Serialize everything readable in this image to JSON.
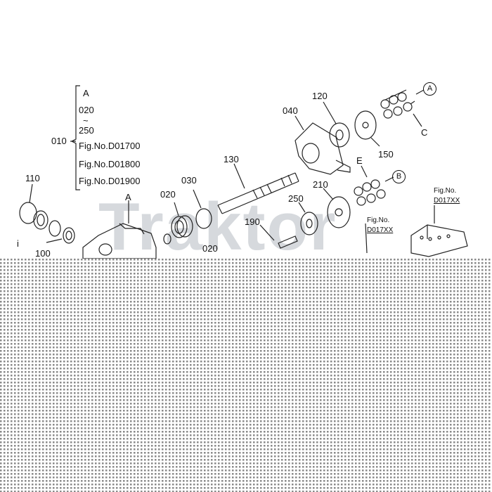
{
  "group_bracket": {
    "ref": "010",
    "lines": [
      "A",
      "020",
      "~",
      "250",
      "Fig.No.D01700",
      "Fig.No.D01800",
      "Fig.No.D01900"
    ]
  },
  "callouts": {
    "p110": "110",
    "p100": "100",
    "pA": "A",
    "p020a": "020",
    "p030": "030",
    "p020b": "020",
    "p130": "130",
    "p190": "190",
    "p250": "250",
    "p210": "210",
    "pE": "E",
    "p040": "040",
    "p120": "120",
    "p150": "150",
    "pC": "C",
    "pI": "i"
  },
  "circled": {
    "cA": "A",
    "cB": "B"
  },
  "figrefs": {
    "f1_title": "Fig.No.",
    "f1_num": "D017XX",
    "f2_title": "Fig.No.",
    "f2_num": "D017XX"
  },
  "watermark": "Traktor"
}
